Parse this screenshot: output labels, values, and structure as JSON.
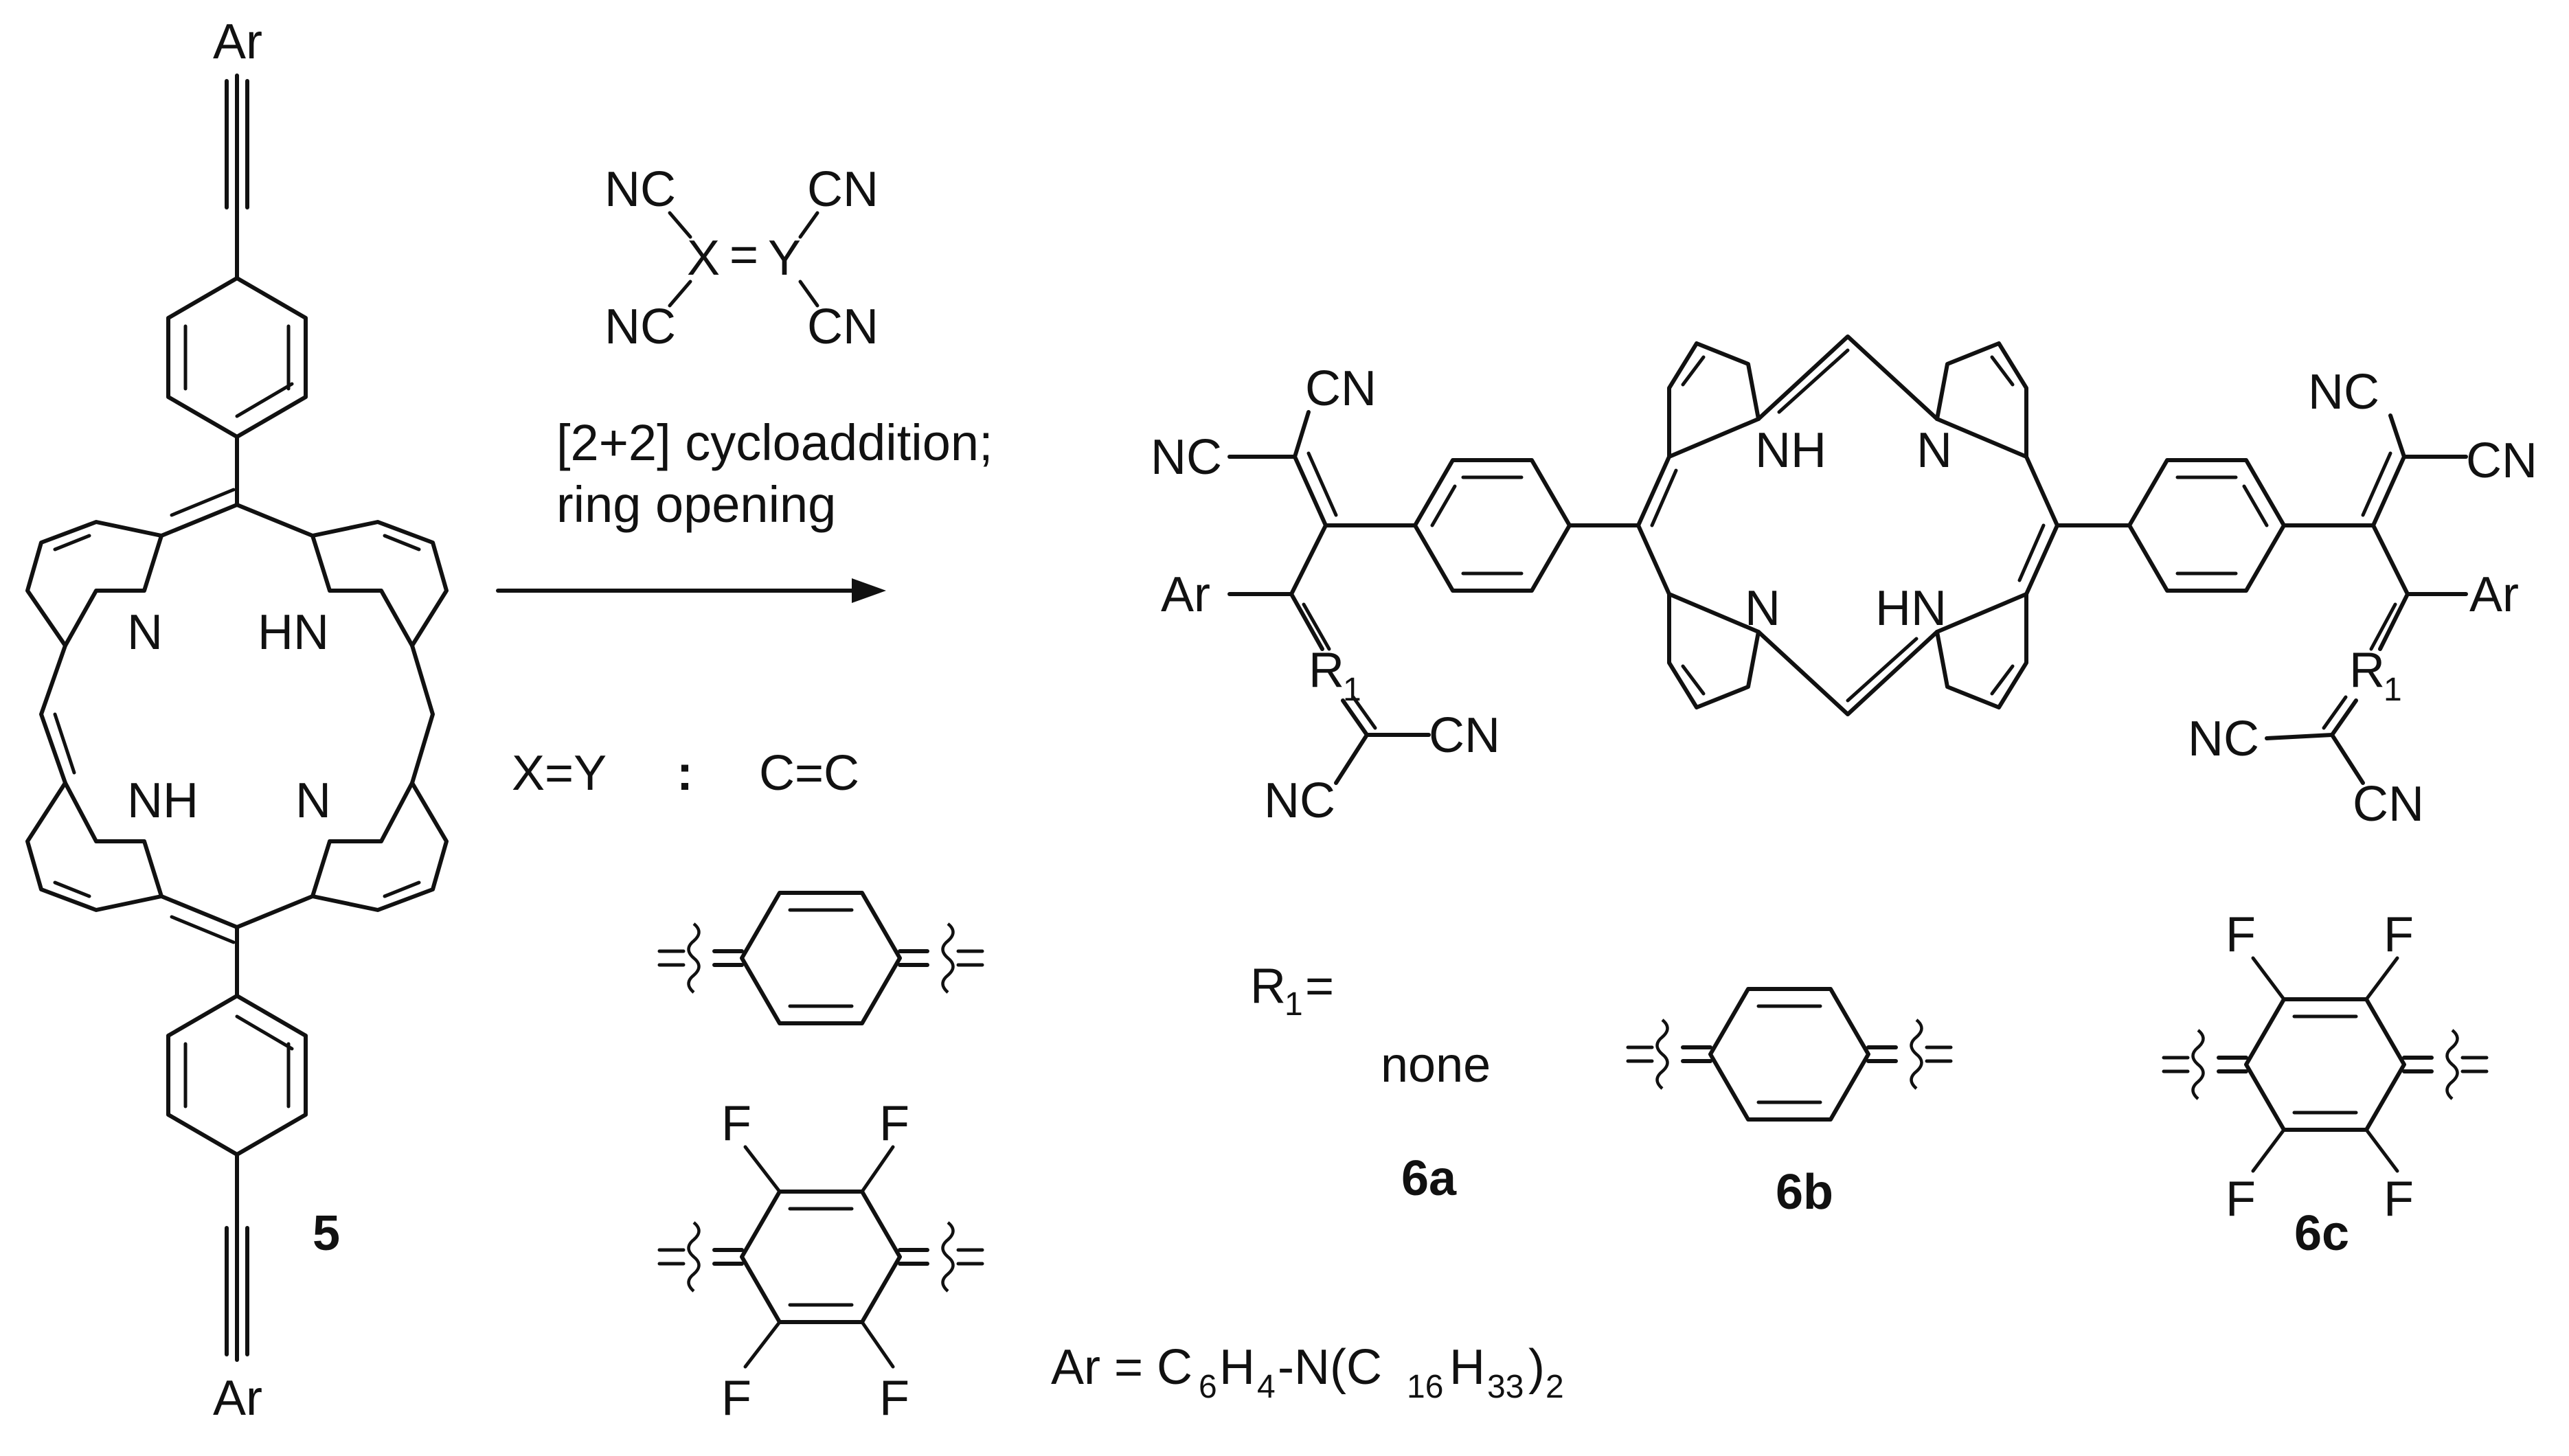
{
  "compound_5": {
    "ar_top": "Ar",
    "ar_bottom": "Ar",
    "label": "5",
    "n1": "N",
    "n2": "HN",
    "n3": "NH",
    "n4": "N"
  },
  "reagent": {
    "nc_tl": "NC",
    "cn_tr": "CN",
    "nc_bl": "NC",
    "cn_br": "CN",
    "x": "X",
    "eq": "=",
    "y": "Y"
  },
  "conditions": {
    "line1": "[2+2] cycloaddition;",
    "line2": "ring opening"
  },
  "xy_def": {
    "lhs": "X=Y",
    "colon": ":",
    "rhs": "C=C"
  },
  "fluoro": {
    "f": "F"
  },
  "product": {
    "cn": "CN",
    "nc": "NC",
    "ar": "Ar",
    "r1": "R",
    "r1_sub": "1",
    "nh": "NH",
    "hn": "HN",
    "n": "N"
  },
  "r1_def": {
    "label": "R",
    "sub": "1",
    "eq": "=",
    "none": "none",
    "a": "6a",
    "b": "6b",
    "c": "6c"
  },
  "ar_def": {
    "ar": "Ar = C",
    "s6": "6",
    "h": "H",
    "s4": "4",
    "n": "-N(C",
    "s16": "16",
    "h2": "H",
    "s33": "33",
    "close": ")",
    "s2": "2"
  }
}
